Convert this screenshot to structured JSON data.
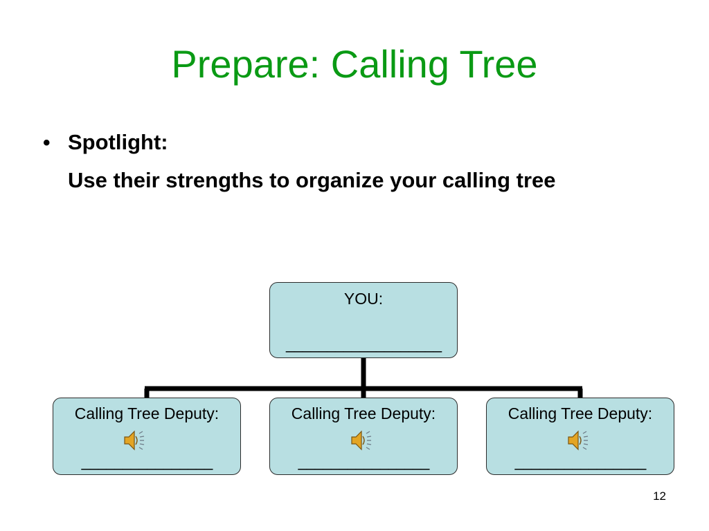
{
  "slide": {
    "title": "Prepare: Calling Tree",
    "page_number": "12"
  },
  "bullet": {
    "symbol": "•",
    "heading": "Spotlight:",
    "body": "Use their strengths to organize your calling tree"
  },
  "tree": {
    "colors": {
      "node_fill": "#b8dfe2",
      "node_border": "#2b2b2b",
      "connector": "#000000"
    },
    "root": {
      "label": "YOU:",
      "blank": "___________________"
    },
    "children": [
      {
        "label": "Calling Tree Deputy:",
        "icon": "speaker-icon",
        "blank": "________________"
      },
      {
        "label": "Calling Tree Deputy:",
        "icon": "speaker-icon",
        "blank": "________________"
      },
      {
        "label": "Calling Tree Deputy:",
        "icon": "speaker-icon",
        "blank": "________________"
      }
    ]
  }
}
